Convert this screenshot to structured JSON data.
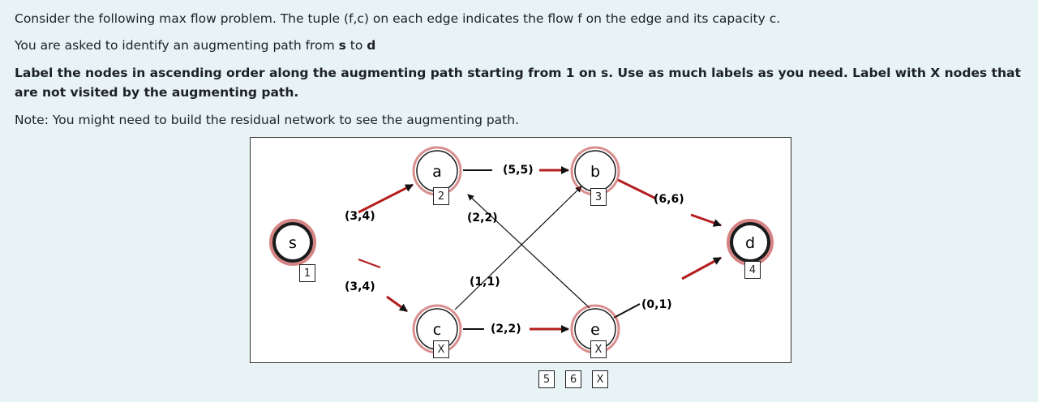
{
  "question": {
    "intro": "Consider the following max flow problem. The tuple (f,c) on each edge indicates the flow f on the edge and its capacity c.",
    "task_prefix": "You are asked to identify an augmenting path from ",
    "task_source": "s",
    "task_mid": " to ",
    "task_sink": "d",
    "instruction": "Label the nodes in ascending order along the augmenting path starting from 1 on s. Use as much labels as you need. Label with X nodes that are not visited by the augmenting path.",
    "note": "Note: You might need to build the residual network to see the augmenting path."
  },
  "graph": {
    "nodes": {
      "s": {
        "label": "s",
        "answer": "1"
      },
      "a": {
        "label": "a",
        "answer": "2"
      },
      "b": {
        "label": "b",
        "answer": "3"
      },
      "c": {
        "label": "c",
        "answer": "X"
      },
      "e": {
        "label": "e",
        "answer": "X"
      },
      "d": {
        "label": "d",
        "answer": "4"
      }
    },
    "edges": {
      "s_a": "(3,4)",
      "s_c": "(3,4)",
      "a_b": "(5,5)",
      "e_a": "(2,2)",
      "c_b": "(1,1)",
      "c_e": "(2,2)",
      "b_d": "(6,6)",
      "e_d": "(0,1)"
    }
  },
  "answer_bank": [
    "5",
    "6",
    "X"
  ],
  "colors": {
    "node_ring": "#1a1a1a",
    "node_halo": "#b41e1e",
    "edge_arrow": "#b41e1e"
  }
}
